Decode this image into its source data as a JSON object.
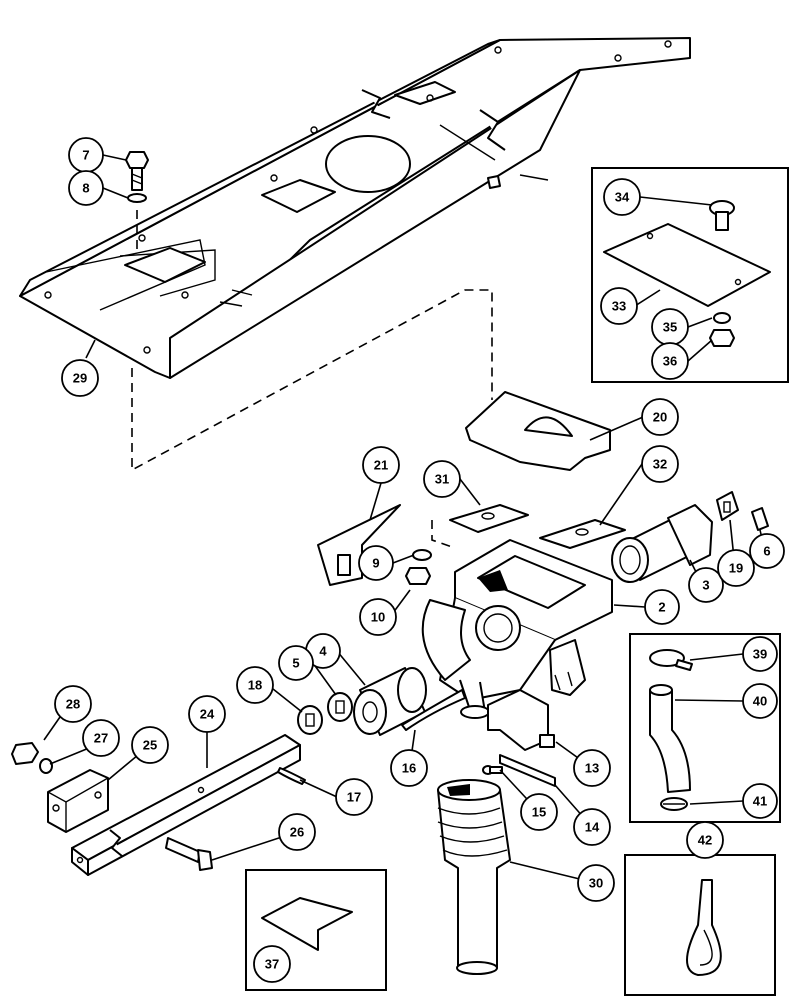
{
  "callouts": [
    {
      "label": "7"
    },
    {
      "label": "8"
    },
    {
      "label": "29"
    },
    {
      "label": "34"
    },
    {
      "label": "33"
    },
    {
      "label": "35"
    },
    {
      "label": "36"
    },
    {
      "label": "20"
    },
    {
      "label": "21"
    },
    {
      "label": "31"
    },
    {
      "label": "32"
    },
    {
      "label": "9"
    },
    {
      "label": "10"
    },
    {
      "label": "2"
    },
    {
      "label": "3"
    },
    {
      "label": "19"
    },
    {
      "label": "6"
    },
    {
      "label": "4"
    },
    {
      "label": "5"
    },
    {
      "label": "18"
    },
    {
      "label": "28"
    },
    {
      "label": "27"
    },
    {
      "label": "24"
    },
    {
      "label": "25"
    },
    {
      "label": "17"
    },
    {
      "label": "16"
    },
    {
      "label": "13"
    },
    {
      "label": "15"
    },
    {
      "label": "14"
    },
    {
      "label": "39"
    },
    {
      "label": "40"
    },
    {
      "label": "41"
    },
    {
      "label": "42"
    },
    {
      "label": "26"
    },
    {
      "label": "30"
    },
    {
      "label": "37"
    }
  ]
}
